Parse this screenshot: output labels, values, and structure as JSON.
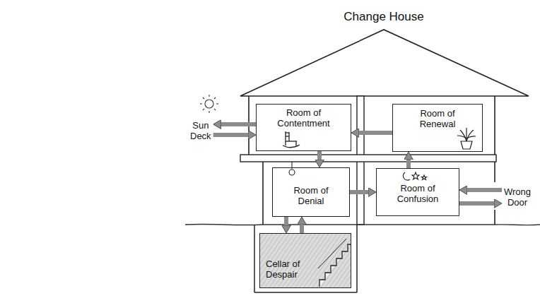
{
  "diagram": {
    "title": "Change House",
    "nodes": [
      {
        "text": [
          "Room of Contentment"
        ]
      },
      {
        "text": [
          "Room of Renewal"
        ]
      },
      {
        "text": [
          "Sun Deck"
        ]
      },
      {
        "text": [
          "Room of Denial"
        ]
      },
      {
        "text": [
          "Room of Confusion"
        ]
      },
      {
        "text": [
          "Wrong Door"
        ]
      },
      {
        "text": [
          "Cellar of Despair"
        ]
      }
    ],
    "edges": [
      {
        "from": 0,
        "to": 2,
        "arrow": "to"
      },
      {
        "from": 2,
        "to": 0,
        "arrow": "to"
      },
      {
        "from": 1,
        "to": 0,
        "arrow": "to"
      },
      {
        "from": 0,
        "to": 3,
        "arrow": "to"
      },
      {
        "from": 3,
        "to": 4,
        "arrow": "to"
      },
      {
        "from": 4,
        "to": 1,
        "arrow": "to"
      },
      {
        "from": 5,
        "to": 4,
        "arrow": "to"
      },
      {
        "from": 4,
        "to": 5,
        "arrow": "to"
      },
      {
        "from": 3,
        "to": 6,
        "arrow": "to"
      },
      {
        "from": 6,
        "to": 3,
        "arrow": "to"
      }
    ]
  }
}
